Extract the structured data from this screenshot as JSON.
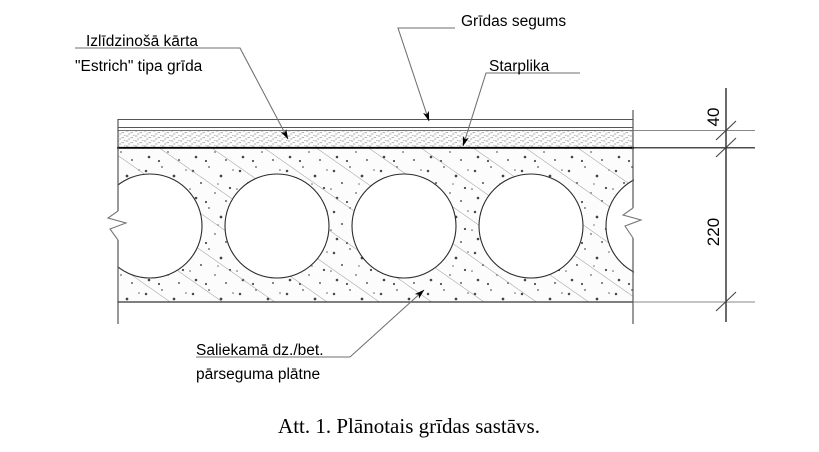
{
  "figure": {
    "title_caption": "Att. 1. Plānotais grīdas sastāvs.",
    "labels": {
      "leveling_layer_line1": "Izlīdzinošā kārta",
      "leveling_layer_line2": "\"Estrich\" tipa grīda",
      "floor_covering": "Grīdas segums",
      "interlayer": "Starplika",
      "slab_line1": "Saliekamā dz./bet.",
      "slab_line2": "pārseguma plātne"
    },
    "dimensions": {
      "top_layers_thickness": "40",
      "slab_thickness": "220"
    },
    "colors": {
      "line": "#000000",
      "thin_line": "#6b6b6b",
      "hatch": "#8a8a8a",
      "stipple": "#b4b4b4",
      "concrete_fill": "#fbfbfb",
      "void_fill": "#ffffff",
      "background": "#ffffff"
    },
    "icons": {
      "leader_arrow": "arrow-head-icon",
      "break_symbol": "break-line-icon",
      "dimension_tick": "dimension-tick-icon"
    }
  }
}
